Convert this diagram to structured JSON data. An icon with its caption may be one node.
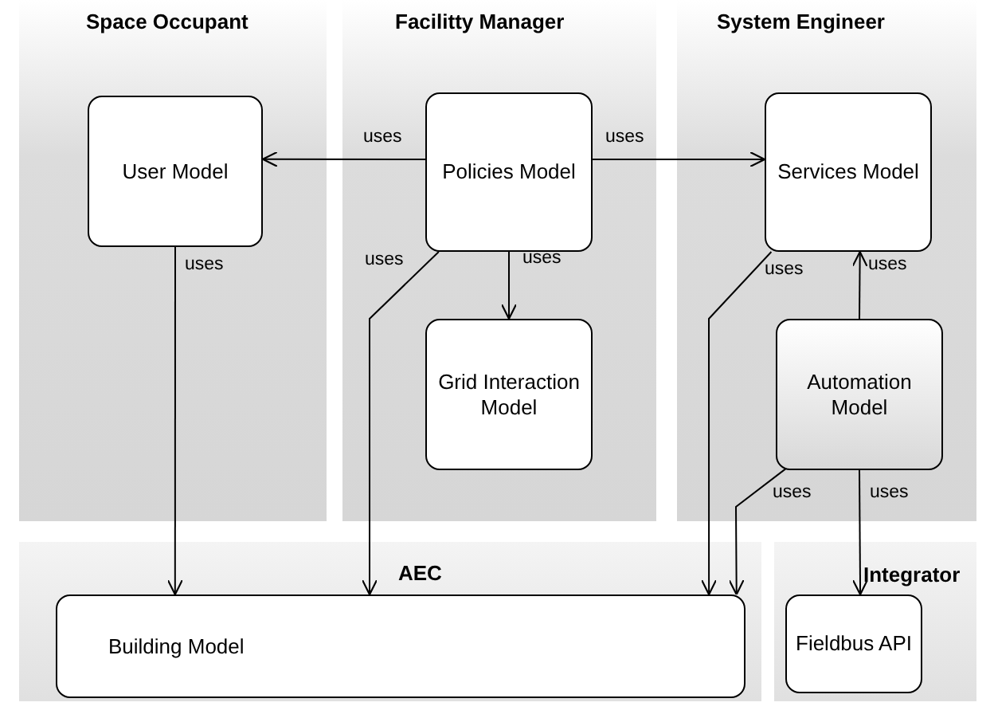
{
  "diagram": {
    "nodes": [
      {
        "text": [
          "Space Occupant"
        ]
      },
      {
        "text": [
          "User Model"
        ],
        "in": 0
      },
      {
        "text": [
          "Facilitty Manager"
        ]
      },
      {
        "text": [
          "Policies Model"
        ],
        "in": 2
      },
      {
        "text": [
          "Grid Interaction Model"
        ],
        "in": 2
      },
      {
        "text": [
          "System Engineer"
        ]
      },
      {
        "text": [
          "Services Model"
        ],
        "in": 5
      },
      {
        "text": [
          "Automation Model"
        ],
        "in": 5
      },
      {
        "text": [
          "AEC"
        ]
      },
      {
        "text": [
          "Building Model"
        ],
        "in": 8
      },
      {
        "text": [
          "Integrator"
        ]
      },
      {
        "text": [
          "Fieldbus API"
        ],
        "in": 10
      }
    ],
    "edges": [
      {
        "from": 3,
        "to": 1,
        "arrow": "to",
        "label": "uses"
      },
      {
        "from": 3,
        "to": 6,
        "arrow": "to",
        "label": "uses"
      },
      {
        "from": 3,
        "to": 4,
        "arrow": "to",
        "label": "uses"
      },
      {
        "from": 3,
        "to": 9,
        "arrow": "to",
        "label": "uses"
      },
      {
        "from": 1,
        "to": 9,
        "arrow": "to",
        "label": "uses"
      },
      {
        "from": 6,
        "to": 9,
        "arrow": "to",
        "label": "uses"
      },
      {
        "from": 7,
        "to": 6,
        "arrow": "to",
        "label": "uses"
      },
      {
        "from": 7,
        "to": 9,
        "arrow": "to",
        "label": "uses"
      },
      {
        "from": 7,
        "to": 11,
        "arrow": "to",
        "label": "uses"
      }
    ]
  }
}
